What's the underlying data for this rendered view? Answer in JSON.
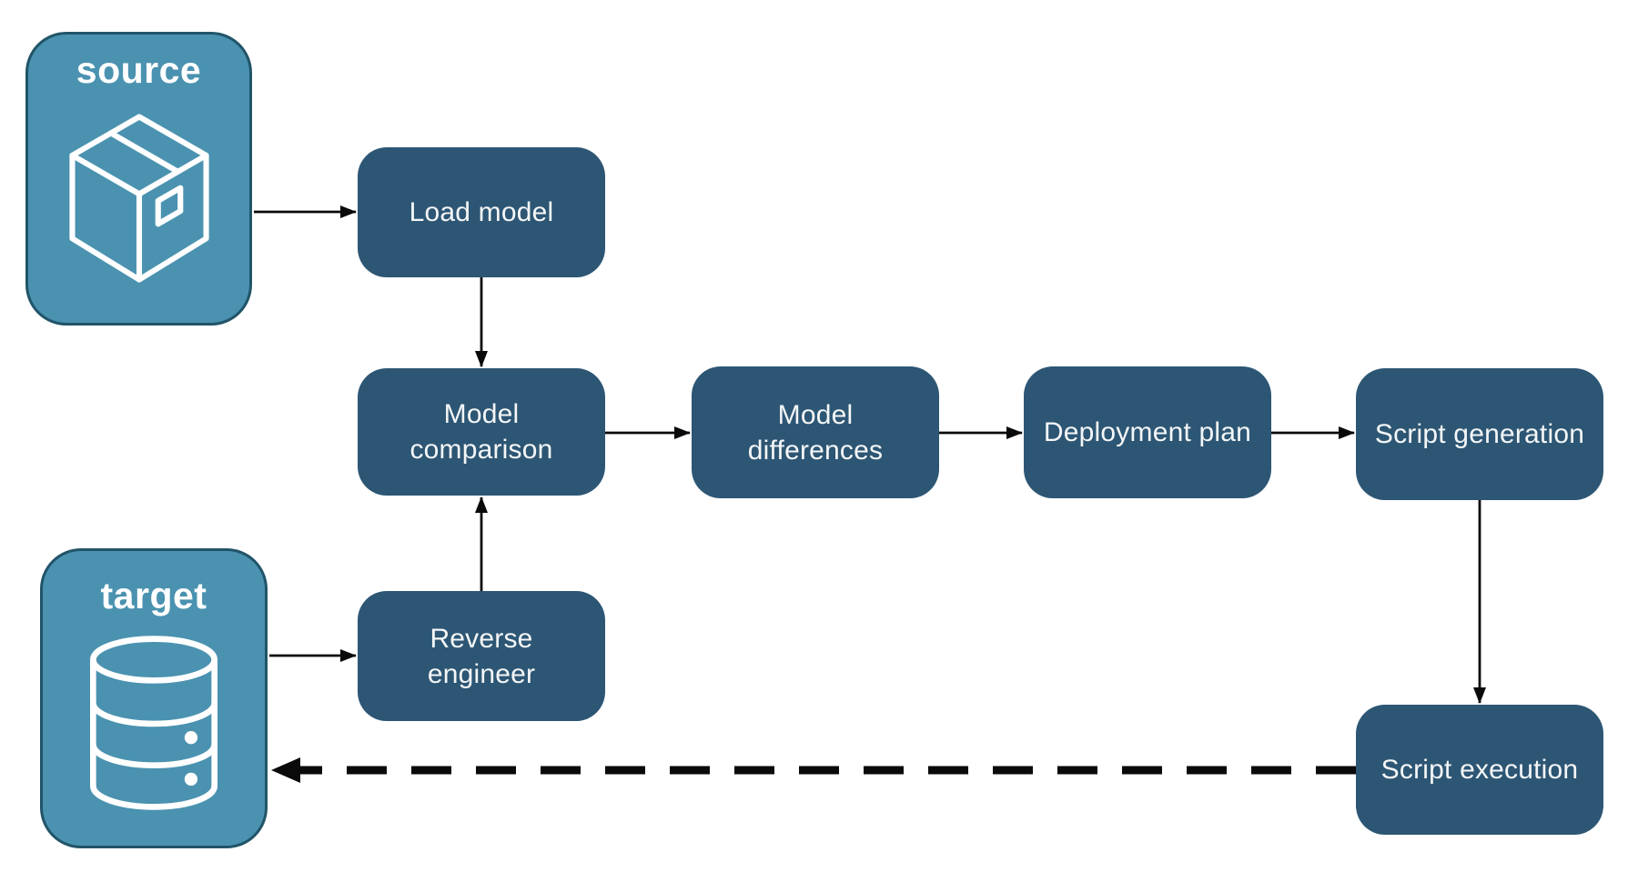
{
  "entities": {
    "source": {
      "label": "source",
      "icon": "package-icon"
    },
    "target": {
      "label": "target",
      "icon": "database-icon"
    }
  },
  "nodes": [
    {
      "id": "load-model",
      "label": "Load model"
    },
    {
      "id": "model-comparison",
      "label": "Model comparison"
    },
    {
      "id": "model-differences",
      "label": "Model differences"
    },
    {
      "id": "deployment-plan",
      "label": "Deployment plan"
    },
    {
      "id": "script-generation",
      "label": "Script generation"
    },
    {
      "id": "reverse-engineer",
      "label": "Reverse engineer"
    },
    {
      "id": "script-execution",
      "label": "Script execution"
    }
  ],
  "edges": [
    {
      "from": "source",
      "to": "load-model",
      "style": "solid"
    },
    {
      "from": "load-model",
      "to": "model-comparison",
      "style": "solid"
    },
    {
      "from": "target",
      "to": "reverse-engineer",
      "style": "solid"
    },
    {
      "from": "reverse-engineer",
      "to": "model-comparison",
      "style": "solid"
    },
    {
      "from": "model-comparison",
      "to": "model-differences",
      "style": "solid"
    },
    {
      "from": "model-differences",
      "to": "deployment-plan",
      "style": "solid"
    },
    {
      "from": "deployment-plan",
      "to": "script-generation",
      "style": "solid"
    },
    {
      "from": "script-generation",
      "to": "script-execution",
      "style": "solid"
    },
    {
      "from": "script-execution",
      "to": "target",
      "style": "dashed"
    }
  ],
  "colors": {
    "node_fill": "#2d5674",
    "entity_fill": "#4a92b0",
    "entity_border": "#215468",
    "arrow": "#0a0a0a",
    "text": "#f4f6f7",
    "background": "#ffffff"
  }
}
